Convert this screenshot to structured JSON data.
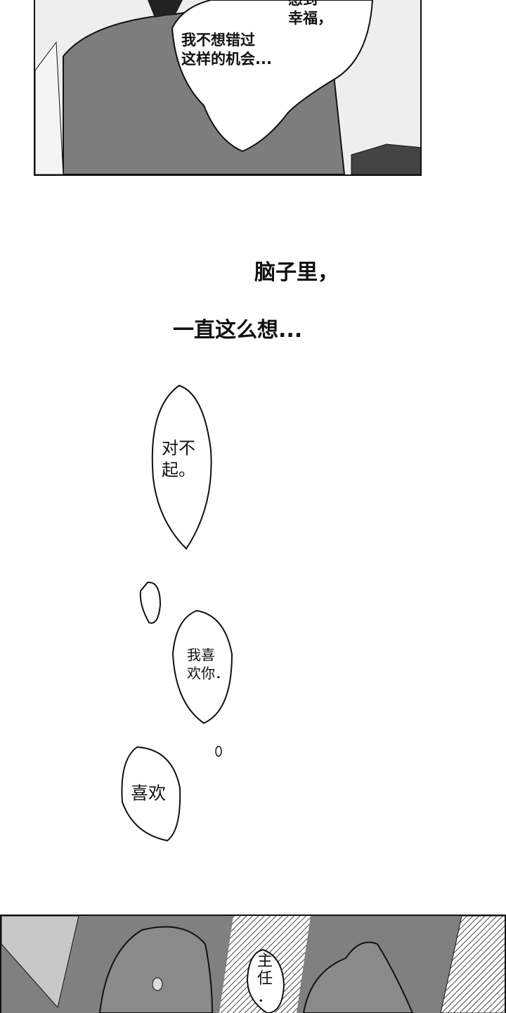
{
  "panel1": {
    "bubble_lines_right": [
      "感到",
      "幸福，"
    ],
    "bubble_lines_left": [
      "我不想错过",
      "这样的机会..."
    ]
  },
  "narration": {
    "line1": "脑子里，",
    "line2": "一直这么想..."
  },
  "bubbles": {
    "sorry": [
      "对不",
      "起。"
    ],
    "like_you": [
      "我喜",
      "欢你．"
    ],
    "like": "喜欢"
  },
  "panel2": {
    "bubble": [
      "主",
      "任",
      "．"
    ]
  }
}
